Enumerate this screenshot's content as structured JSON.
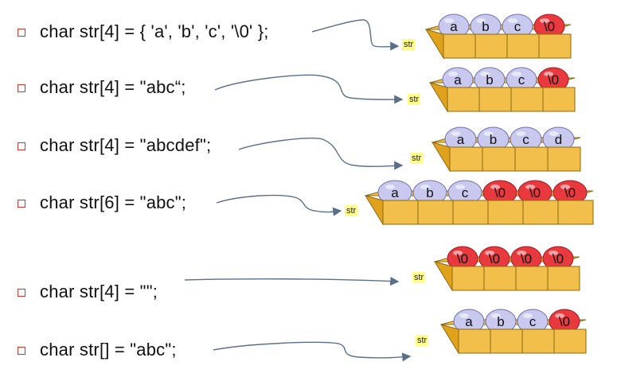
{
  "rows": [
    {
      "code": "char str[4] = { 'a', 'b', 'c', '\\0' };",
      "array_label": "str",
      "cells": [
        "a",
        "b",
        "c",
        "\\0"
      ]
    },
    {
      "code": "char str[4] = \"abc“;",
      "array_label": "str",
      "cells": [
        "a",
        "b",
        "c",
        "\\0"
      ]
    },
    {
      "code": "char str[4] = \"abcdef\";",
      "array_label": "str",
      "cells": [
        "a",
        "b",
        "c",
        "d"
      ]
    },
    {
      "code": "char str[6] = \"abc\";",
      "array_label": "str",
      "cells": [
        "a",
        "b",
        "c",
        "\\0",
        "\\0",
        "\\0"
      ]
    },
    {
      "code": "char str[4] = \"\";",
      "array_label": "str",
      "cells": [
        "\\0",
        "\\0",
        "\\0",
        "\\0"
      ]
    },
    {
      "code": "char str[] = \"abc\";",
      "array_label": "str",
      "cells": [
        "a",
        "b",
        "c",
        "\\0"
      ]
    }
  ],
  "colors": {
    "box_fill": "#f2c04a",
    "box_side": "#e0a21d",
    "box_stroke": "#8a6a10",
    "char_ball": "#c9c9f0",
    "null_ball": "#e8393e",
    "label_bg": "#fffe8a",
    "bullet": "#c0392b",
    "arrow": "#5a7089"
  }
}
